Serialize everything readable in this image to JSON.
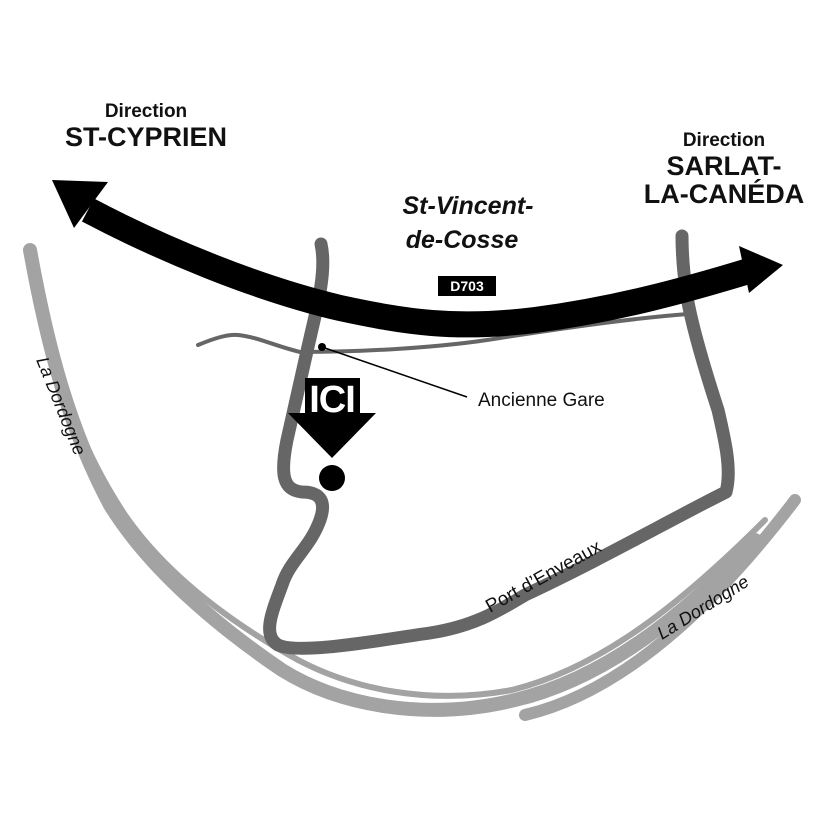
{
  "map": {
    "west_direction": {
      "prefix": "Direction",
      "destination": "ST-CYPRIEN"
    },
    "east_direction": {
      "prefix": "Direction",
      "line1": "SARLAT-",
      "line2": "LA-CANÉDA"
    },
    "village": {
      "line1": "St-Vincent-",
      "line2": "de-Cosse"
    },
    "road_number": "D703",
    "marker_label": "ICI",
    "station_label": "Ancienne Gare",
    "street_label": "Port d’Enveaux",
    "river_label_west": "La Dordogne",
    "river_label_east": "La Dordogne",
    "colors": {
      "main_road": "#000000",
      "local_roads": "#666666",
      "river": "#a3a3a3",
      "background": "#ffffff"
    },
    "icons": [
      "arrow-left-icon",
      "arrow-right-icon",
      "down-arrow-marker-icon",
      "location-dot-icon"
    ]
  }
}
